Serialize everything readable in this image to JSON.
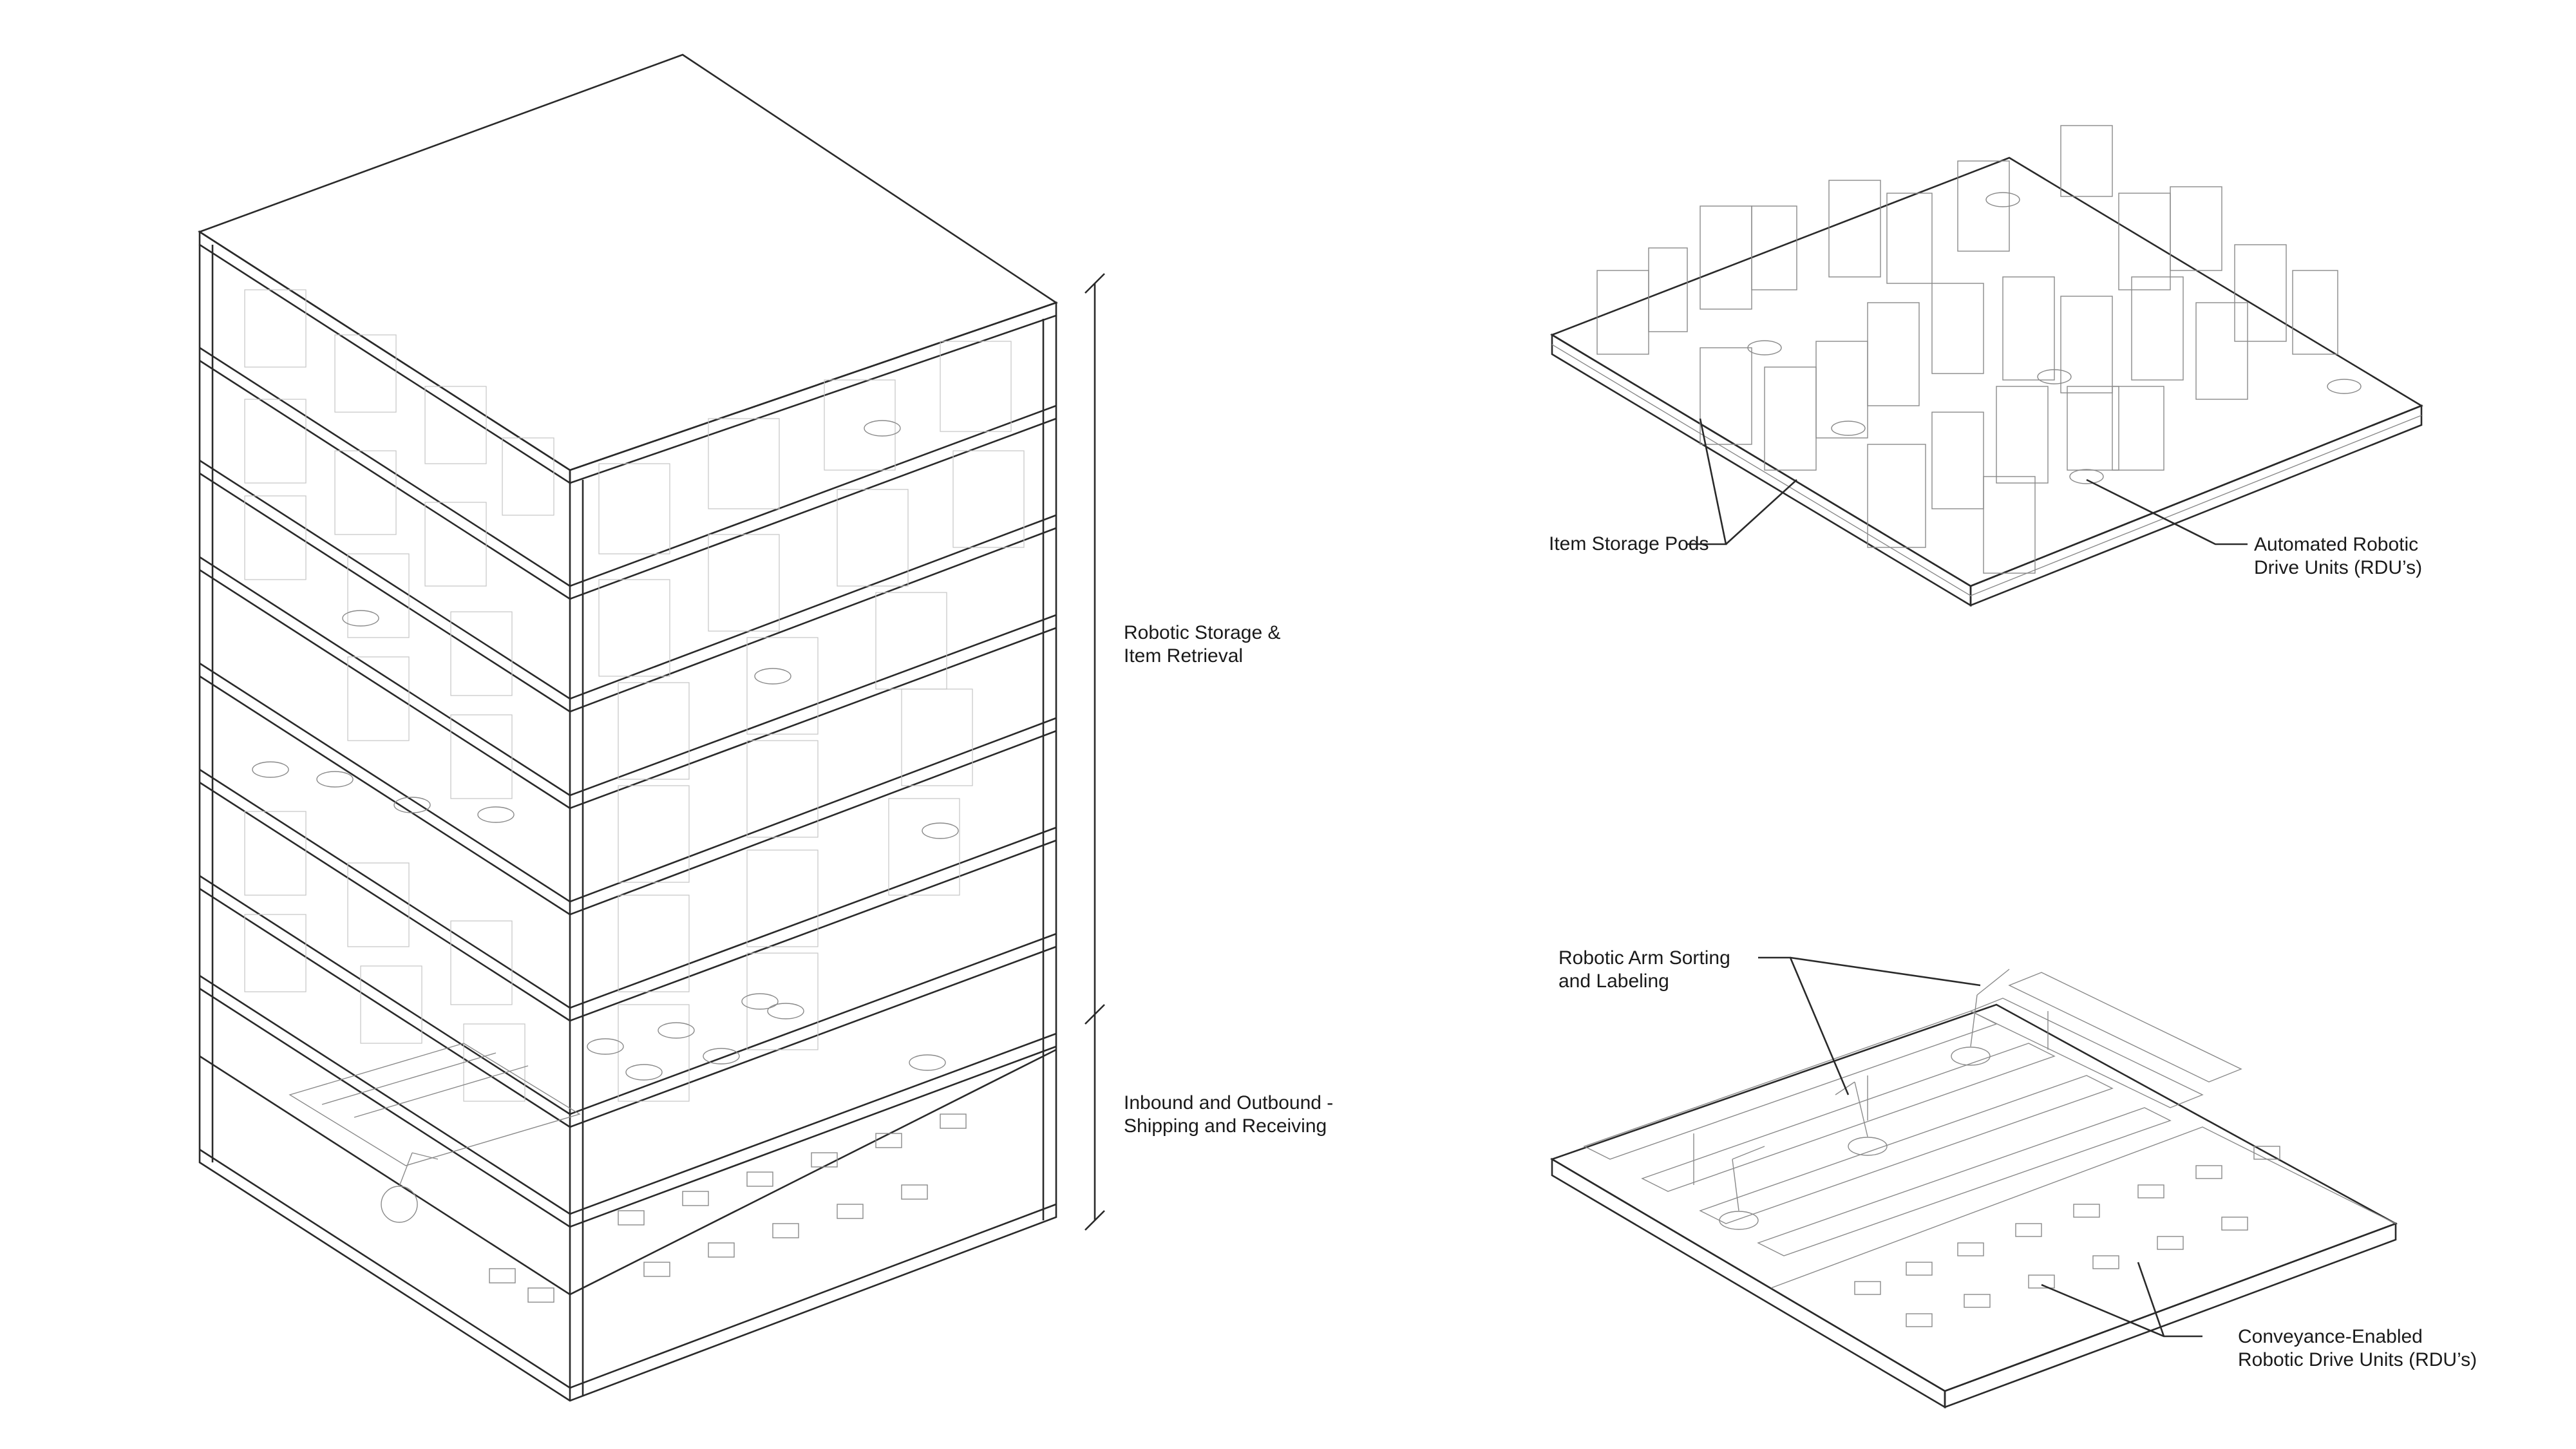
{
  "labels": {
    "robotic_storage": [
      "Robotic Storage &",
      "Item Retrieval"
    ],
    "inbound_outbound": [
      "Inbound and Outbound -",
      "Shipping and Receiving"
    ],
    "item_storage_pods": [
      "Item Storage Pods"
    ],
    "automated_rdu": [
      "Automated Robotic",
      "Drive Units (RDU’s)"
    ],
    "robotic_arm": [
      "Robotic Arm Sorting",
      "and Labeling"
    ],
    "conveyance_rdu": [
      "Conveyance-Enabled",
      "Robotic Drive Units (RDU’s)"
    ]
  },
  "colors": {
    "line": "#2a2a2a",
    "detail": "#8a8a8a",
    "faint": "#c4c4c4",
    "text": "#1a1a1a"
  }
}
